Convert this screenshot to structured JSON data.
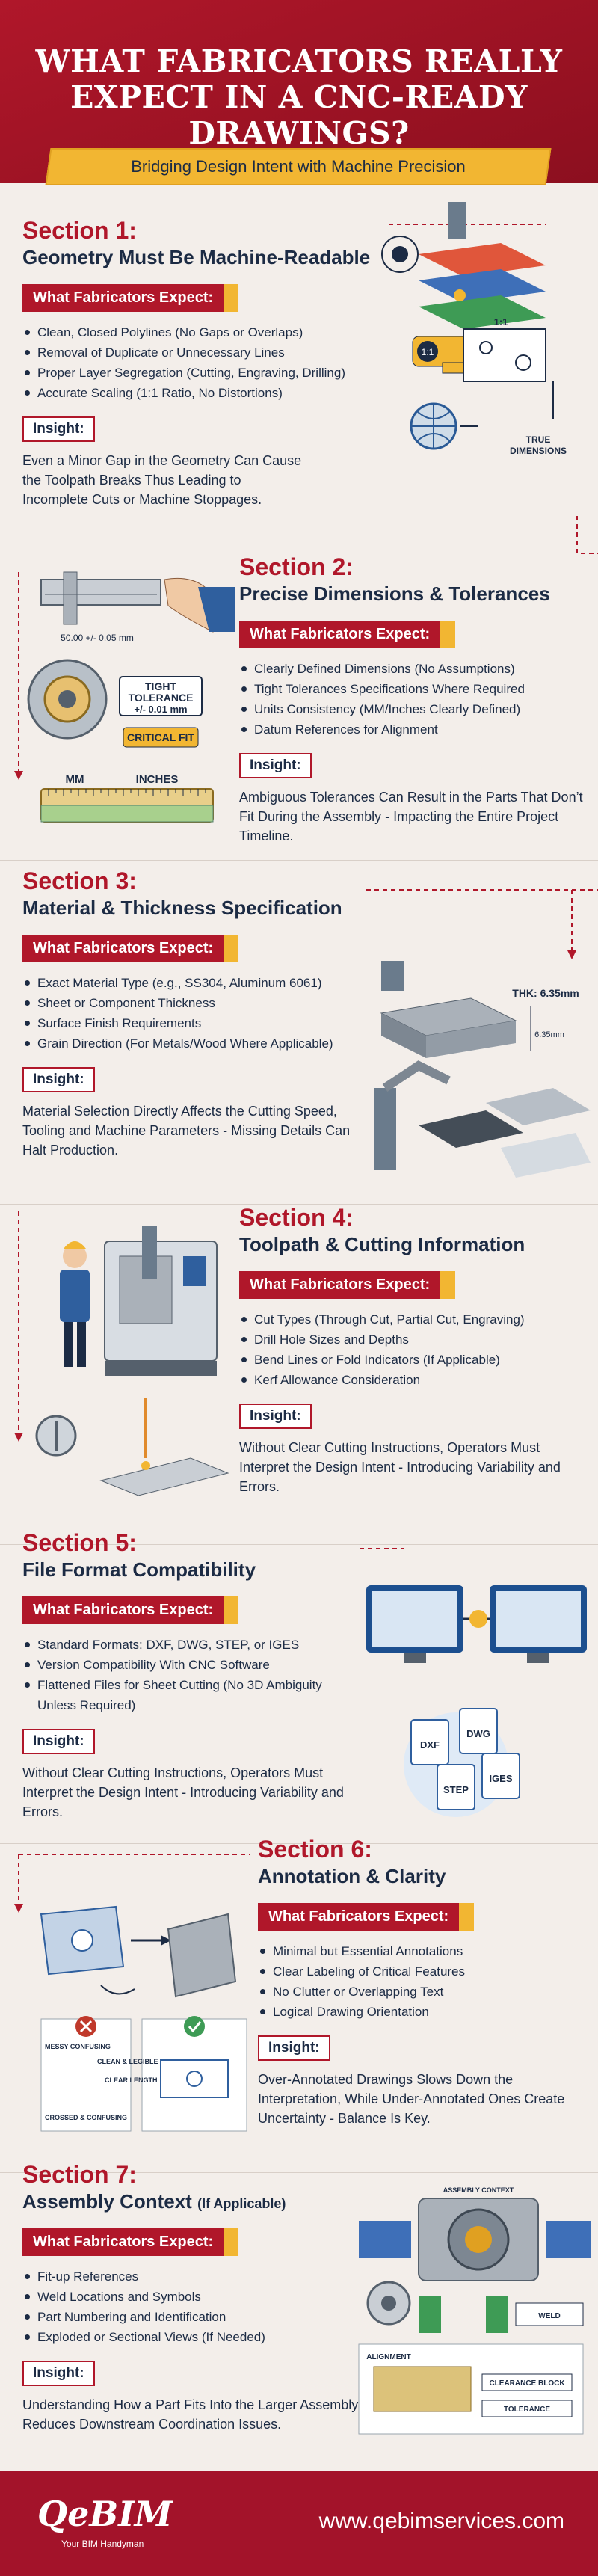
{
  "header": {
    "title_line1": "WHAT FABRICATORS REALLY",
    "title_line2": "EXPECT IN A CNC-READY DRAWINGS?",
    "banner": "Bridging Design Intent with Machine Precision"
  },
  "sections": [
    {
      "title": "Section 1:",
      "subtitle": "Geometry Must Be Machine-Readable",
      "expect_label": "What Fabricators Expect:",
      "items": [
        "Clean, Closed Polylines (No Gaps or Overlaps)",
        "Removal of Duplicate or Unnecessary Lines",
        "Proper Layer Segregation (Cutting, Engraving, Drilling)",
        "Accurate Scaling (1:1 Ratio, No Distortions)"
      ],
      "insight_label": "Insight:",
      "insight": "Even a Minor Gap in the Geometry Can Cause the Toolpath Breaks Thus Leading to Incomplete Cuts or Machine Stoppages."
    },
    {
      "title": "Section 2:",
      "subtitle": "Precise Dimensions & Tolerances",
      "expect_label": "What Fabricators Expect:",
      "items": [
        "Clearly Defined Dimensions (No Assumptions)",
        "Tight Tolerances Specifications Where Required",
        "Units Consistency (MM/Inches Clearly Defined)",
        "Datum References for Alignment"
      ],
      "insight_label": "Insight:",
      "insight": "Ambiguous Tolerances Can Result in the Parts That Don’t Fit During the Assembly - Impacting the Entire Project Timeline."
    },
    {
      "title": "Section 3:",
      "subtitle": "Material & Thickness Specification",
      "expect_label": "What Fabricators Expect:",
      "items": [
        "Exact Material Type (e.g., SS304, Aluminum 6061)",
        "Sheet or Component Thickness",
        "Surface Finish Requirements",
        "Grain Direction (For Metals/Wood Where Applicable)"
      ],
      "insight_label": "Insight:",
      "insight": "Material Selection Directly Affects the Cutting Speed, Tooling and Machine Parameters - Missing Details Can Halt Production."
    },
    {
      "title": "Section 4:",
      "subtitle": "Toolpath & Cutting Information",
      "expect_label": "What Fabricators Expect:",
      "items": [
        "Cut Types (Through Cut, Partial Cut, Engraving)",
        "Drill Hole Sizes and Depths",
        "Bend Lines or Fold Indicators (If Applicable)",
        "Kerf Allowance Consideration"
      ],
      "insight_label": "Insight:",
      "insight": "Without Clear Cutting Instructions, Operators Must Interpret the Design Intent - Introducing Variability and Errors."
    },
    {
      "title": "Section 5:",
      "subtitle": "File Format Compatibility",
      "expect_label": "What Fabricators Expect:",
      "items": [
        "Standard Formats: DXF, DWG, STEP, or IGES",
        "Version Compatibility With CNC Software",
        "Flattened Files for Sheet Cutting (No 3D Ambiguity Unless Required)"
      ],
      "insight_label": "Insight:",
      "insight": "Without Clear Cutting Instructions, Operators Must Interpret the Design Intent - Introducing Variability and Errors."
    },
    {
      "title": "Section 6:",
      "subtitle": "Annotation & Clarity",
      "expect_label": "What Fabricators Expect:",
      "items": [
        "Minimal but Essential Annotations",
        "Clear Labeling of Critical Features",
        "No Clutter or Overlapping Text",
        "Logical Drawing Orientation"
      ],
      "insight_label": "Insight:",
      "insight": "Over-Annotated Drawings Slows Down the Interpretation, While Under-Annotated Ones Create Uncertainty - Balance Is Key."
    },
    {
      "title": "Section 7:",
      "subtitle": "Assembly Context",
      "subtitle_note": "(If Applicable)",
      "expect_label": "What Fabricators Expect:",
      "items": [
        "Fit-up References",
        "Weld Locations and Symbols",
        "Part Numbering and Identification",
        "Exploded or Sectional Views (If Needed)"
      ],
      "insight_label": "Insight:",
      "insight": "Understanding How a Part Fits Into the Larger Assembly Reduces Downstream Coordination Issues."
    }
  ],
  "art": {
    "s1_scale": "1:1",
    "s1_scale2": "1:1",
    "s1_true": "TRUE",
    "s1_dimensions": "DIMENSIONS",
    "s2_caliper": "50.00 +/- 0.05 mm",
    "s2_tight": "TIGHT",
    "s2_tolerance": "TOLERANCE",
    "s2_tol_val": "+/- 0.01 mm",
    "s2_critical": "CRITICAL FIT",
    "s2_mm": "MM",
    "s2_inches": "INCHES",
    "s3_thk": "THK: 6.35mm",
    "s3_dim": "6.35mm",
    "s5_dxf": "DXF",
    "s5_dwg": "DWG",
    "s5_step": "STEP",
    "s5_iges": "IGES",
    "s6_messy": "MESSY CONFUSING",
    "s6_clean": "CLEAN & LEGIBLE",
    "s6_clear": "CLEAR LENGTH",
    "s6_crossed": "CROSSED & CONFUSING",
    "s7_top": "ASSEMBLY CONTEXT",
    "s7_weld": "WELD",
    "s7_align": "ALIGNMENT",
    "s7_clear": "CLEARANCE BLOCK",
    "s7_tol": "TOLERANCE"
  },
  "footer": {
    "logo": "QeBIM",
    "tagline": "Your BIM Handyman",
    "url": "www.qebimservices.com"
  },
  "colors": {
    "primary_red": "#b0172a",
    "accent_yellow": "#f2b632",
    "navy": "#1c2b44",
    "background": "#f3eeea"
  }
}
